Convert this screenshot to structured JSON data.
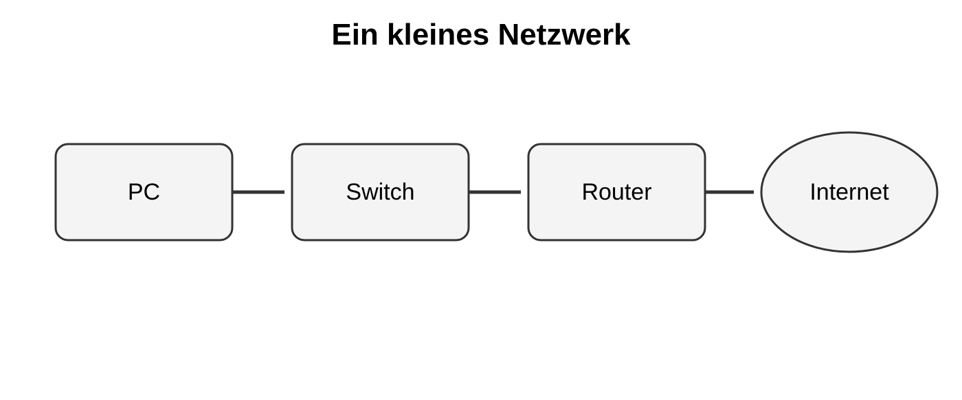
{
  "title": "Ein kleines Netzwerk",
  "colors": {
    "node_fill": "#f4f4f4",
    "node_stroke": "#333333",
    "text": "#000000",
    "background": "#ffffff"
  },
  "nodes": [
    {
      "id": "pc",
      "label": "PC",
      "shape": "rounded-rectangle"
    },
    {
      "id": "switch",
      "label": "Switch",
      "shape": "rounded-rectangle"
    },
    {
      "id": "router",
      "label": "Router",
      "shape": "rounded-rectangle"
    },
    {
      "id": "internet",
      "label": "Internet",
      "shape": "ellipse"
    }
  ],
  "edges": [
    {
      "from": "pc",
      "to": "switch"
    },
    {
      "from": "switch",
      "to": "router"
    },
    {
      "from": "router",
      "to": "internet"
    }
  ]
}
